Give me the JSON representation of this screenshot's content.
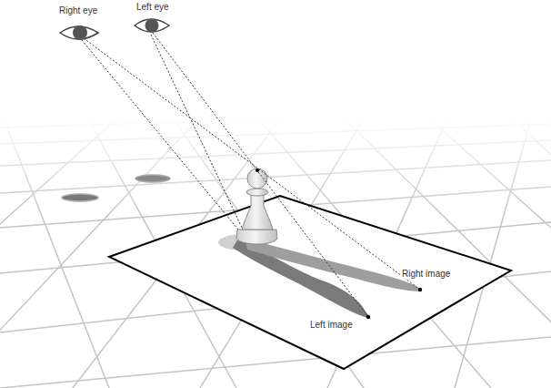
{
  "diagram": {
    "labels": [
      "Right eye",
      "Left eye",
      "Right image",
      "Left image"
    ]
  }
}
